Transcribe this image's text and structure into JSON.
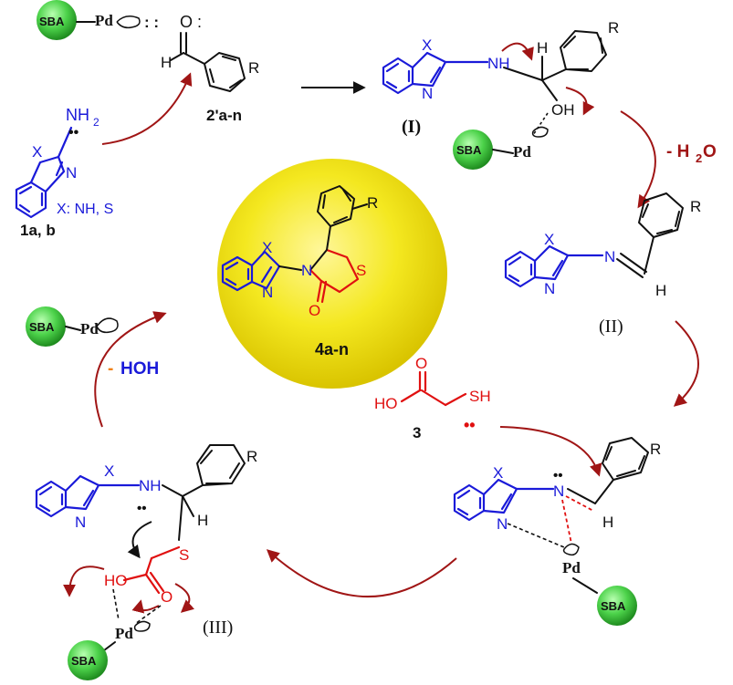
{
  "labels": {
    "sba": "SBA",
    "pd": "Pd",
    "x": "X",
    "r": "R",
    "h": "H",
    "n": "N",
    "nh": "NH",
    "nh2": "NH",
    "nh2_sub": "2",
    "oh": "OH",
    "o": "O",
    "s": "S",
    "sh": "SH",
    "ho": "HO",
    "lone_dots": "••",
    "o_lone": "O :",
    "pd_dots": ": :",
    "hn": "H",
    "n_red": "N"
  },
  "compounds": {
    "aldehyde": "2'a-n",
    "aminobenzazole": "1a, b",
    "x_def": "X: NH, S",
    "product": "4a-n",
    "acid": "3"
  },
  "intermediates": {
    "i1": "(I)",
    "i2": "(II)",
    "i3": "(III)"
  },
  "eliminations": {
    "water_prefix": "- H",
    "water_sub": "2",
    "water_suffix": "O",
    "hoh_prefix": "- ",
    "hoh_ho": "HOH"
  },
  "colors": {
    "blue": "#1a1ad9",
    "red": "#e01010",
    "dark_red": "#a01515",
    "orange": "#f08010",
    "yellow": "#f2e400",
    "green": "#4cd24a"
  }
}
